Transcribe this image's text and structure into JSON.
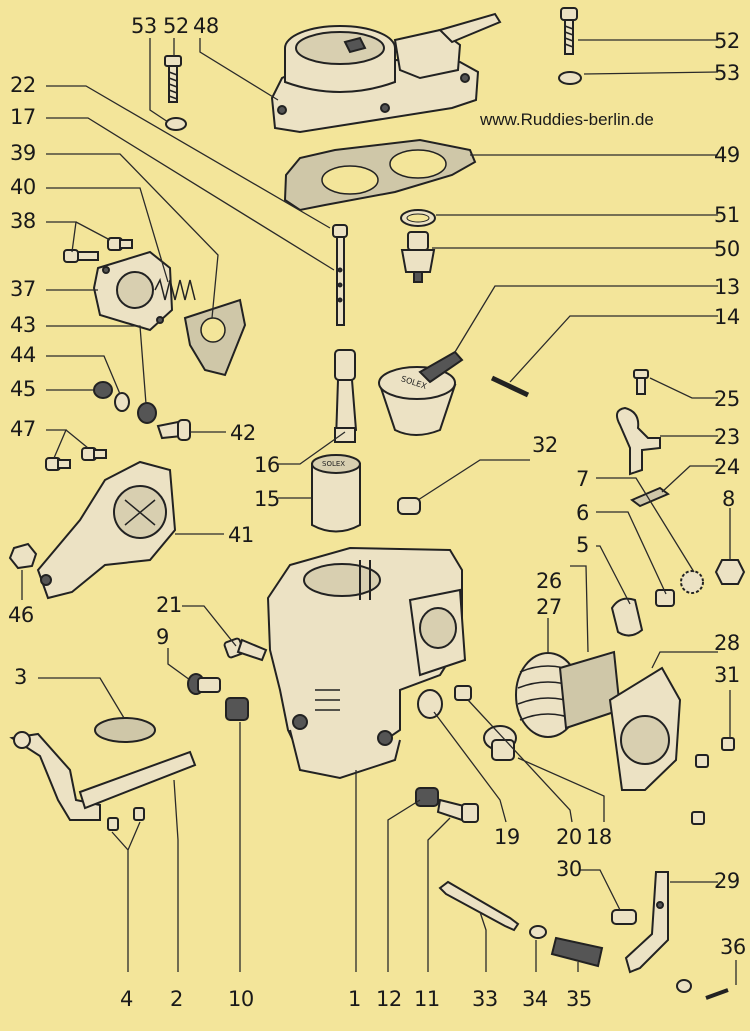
{
  "watermark": "www.Ruddies-berlin.de",
  "labels": {
    "l53a": "53",
    "l52a": "52",
    "l48": "48",
    "l52b": "52",
    "l53b": "53",
    "l49": "49",
    "l22": "22",
    "l17": "17",
    "l39": "39",
    "l40": "40",
    "l38": "38",
    "l37": "37",
    "l43": "43",
    "l44": "44",
    "l45": "45",
    "l42": "42",
    "l47": "47",
    "l41": "41",
    "l46": "46",
    "l51": "51",
    "l50": "50",
    "l13": "13",
    "l14": "14",
    "l25": "25",
    "l23": "23",
    "l24": "24",
    "l16": "16",
    "l15": "15",
    "l32": "32",
    "l7": "7",
    "l8": "8",
    "l6": "6",
    "l5": "5",
    "l26": "26",
    "l27": "27",
    "l28": "28",
    "l31": "31",
    "l21": "21",
    "l9": "9",
    "l3": "3",
    "l19": "19",
    "l20": "20",
    "l18": "18",
    "l30": "30",
    "l29": "29",
    "l36": "36",
    "l4": "4",
    "l2": "2",
    "l10": "10",
    "l1": "1",
    "l12": "12",
    "l11": "11",
    "l33": "33",
    "l34": "34",
    "l35": "35"
  },
  "brand_marks": {
    "float_bowl": "SOLEX",
    "venturi": "SOLEX"
  }
}
